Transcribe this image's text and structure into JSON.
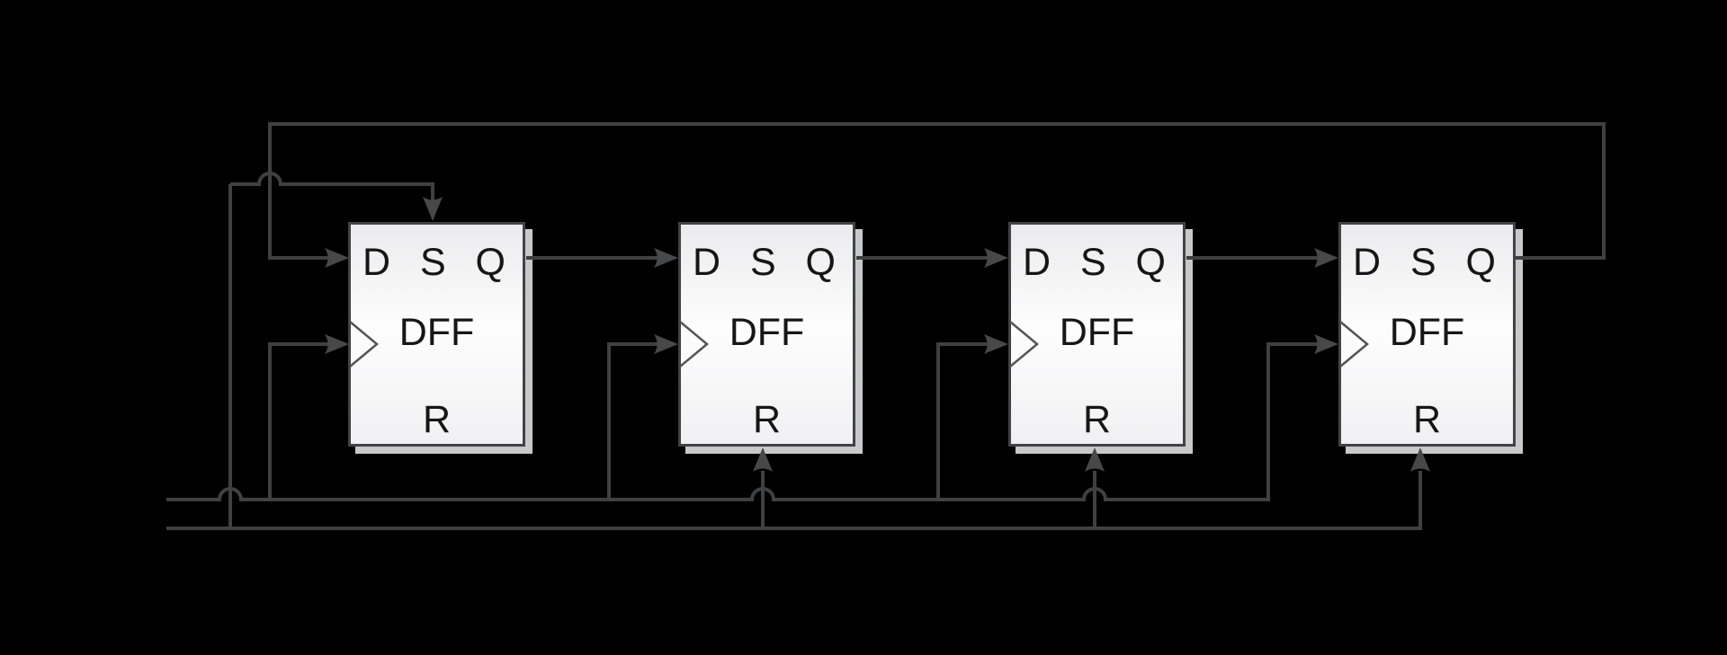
{
  "diagram_type": "digital-circuit-schematic",
  "description_visible_content": "Four D flip-flop blocks wired in a ring counter arrangement on a black background",
  "colors": {
    "background": "#000000",
    "wire": "#3f4042",
    "arrow": "#47484a",
    "box_border": "#414345",
    "box_fill_top": "#ebebed",
    "box_fill_mid": "#fdfdfe",
    "box_fill_bottom": "#f1f1f3",
    "shadow": "#c8c9cb",
    "clk_outline": "#525456",
    "text": "#161616"
  },
  "flip_flops": [
    {
      "name": "DFF",
      "pin_d": "D",
      "pin_s": "S",
      "pin_q": "Q",
      "pin_r": "R"
    },
    {
      "name": "DFF",
      "pin_d": "D",
      "pin_s": "S",
      "pin_q": "Q",
      "pin_r": "R"
    },
    {
      "name": "DFF",
      "pin_d": "D",
      "pin_s": "S",
      "pin_q": "Q",
      "pin_r": "R"
    },
    {
      "name": "DFF",
      "pin_d": "D",
      "pin_s": "S",
      "pin_q": "Q",
      "pin_r": "R"
    }
  ]
}
